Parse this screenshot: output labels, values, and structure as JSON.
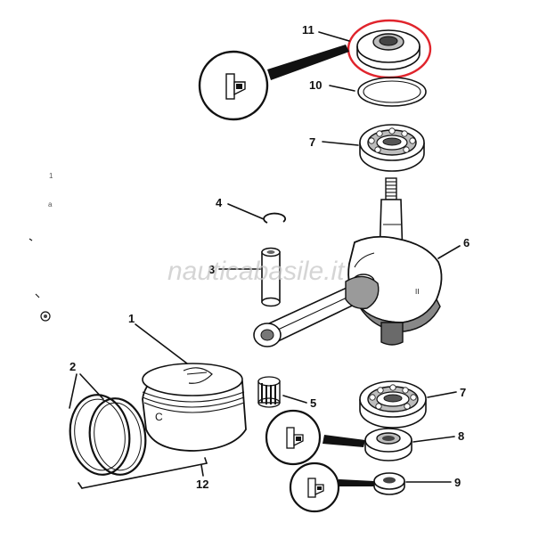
{
  "watermark": "nauticabasile.it",
  "highlight_color": "#e0242c",
  "callouts": [
    {
      "id": "part-11",
      "label": "11"
    },
    {
      "id": "part-10",
      "label": "10"
    },
    {
      "id": "part-7-upper",
      "label": "7"
    },
    {
      "id": "part-4",
      "label": "4"
    },
    {
      "id": "part-6",
      "label": "6"
    },
    {
      "id": "part-3",
      "label": "3"
    },
    {
      "id": "part-1",
      "label": "1"
    },
    {
      "id": "part-2",
      "label": "2"
    },
    {
      "id": "part-5",
      "label": "5"
    },
    {
      "id": "part-7-lower",
      "label": "7"
    },
    {
      "id": "part-8",
      "label": "8"
    },
    {
      "id": "part-9",
      "label": "9"
    },
    {
      "id": "part-12",
      "label": "12"
    }
  ],
  "icons": [
    "grease-can-icon",
    "grease-can-icon",
    "grease-can-icon"
  ]
}
